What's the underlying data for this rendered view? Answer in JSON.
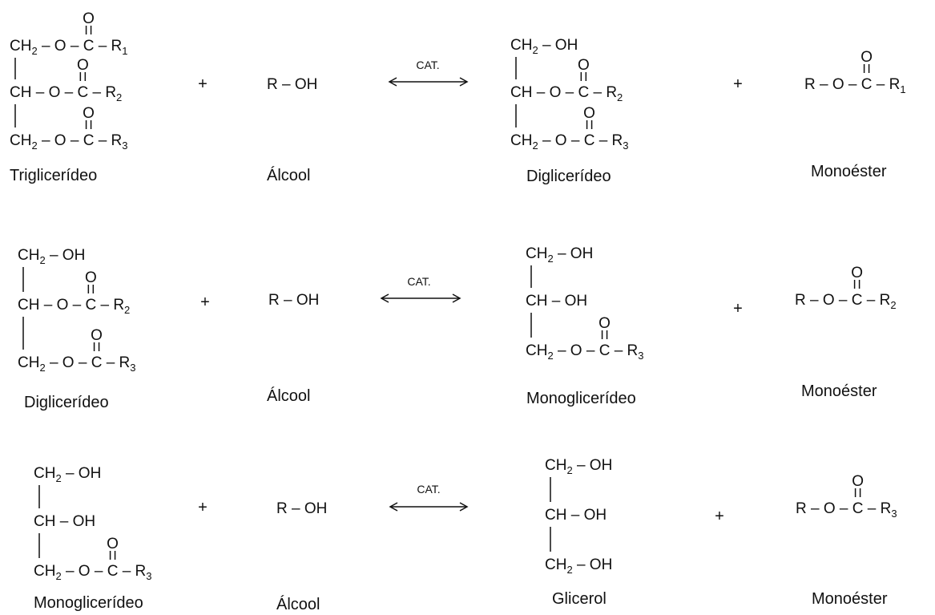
{
  "reactions": [
    {
      "reactant1": {
        "rows": [
          {
            "segments": [
              {
                "t": "CH"
              },
              {
                "t": "2",
                "sub": true
              },
              {
                "t": " – O – C – R"
              },
              {
                "t": "1",
                "sub": true
              }
            ]
          },
          {
            "segments": [
              {
                "t": "CH – O – C – R"
              },
              {
                "t": "2",
                "sub": true
              }
            ]
          },
          {
            "segments": [
              {
                "t": "CH"
              },
              {
                "t": "2",
                "sub": true
              },
              {
                "t": " – O – C – R"
              },
              {
                "t": "3",
                "sub": true
              }
            ]
          }
        ],
        "carbonyl_atom": "O",
        "caption": "Triglicerídeo"
      },
      "plus1": "+",
      "reactant2": {
        "formula": "R – OH",
        "caption": "Álcool"
      },
      "catalyst": "CAT.",
      "product1": {
        "rows": [
          {
            "segments": [
              {
                "t": "CH"
              },
              {
                "t": "2",
                "sub": true
              },
              {
                "t": " – OH"
              }
            ]
          },
          {
            "segments": [
              {
                "t": "CH – O – C – R"
              },
              {
                "t": "2",
                "sub": true
              }
            ]
          },
          {
            "segments": [
              {
                "t": "CH"
              },
              {
                "t": "2",
                "sub": true
              },
              {
                "t": " – O – C – R"
              },
              {
                "t": "3",
                "sub": true
              }
            ]
          }
        ],
        "carbonyl_atom": "O",
        "caption": "Diglicerídeo"
      },
      "plus2": "+",
      "product2": {
        "segments": [
          {
            "t": "R – O – C – R"
          },
          {
            "t": "1",
            "sub": true
          }
        ],
        "carbonyl_atom": "O",
        "caption": "Monoéster"
      }
    },
    {
      "reactant1": {
        "rows": [
          {
            "segments": [
              {
                "t": "CH"
              },
              {
                "t": "2",
                "sub": true
              },
              {
                "t": " – OH"
              }
            ]
          },
          {
            "segments": [
              {
                "t": "CH – O – C – R"
              },
              {
                "t": "2",
                "sub": true
              }
            ]
          },
          {
            "segments": [
              {
                "t": "CH"
              },
              {
                "t": "2",
                "sub": true
              },
              {
                "t": " – O – C – R"
              },
              {
                "t": "3",
                "sub": true
              }
            ]
          }
        ],
        "carbonyl_atom": "O",
        "caption": "Diglicerídeo"
      },
      "plus1": "+",
      "reactant2": {
        "formula": "R – OH",
        "caption": "Álcool"
      },
      "catalyst": "CAT.",
      "product1": {
        "rows": [
          {
            "segments": [
              {
                "t": "CH"
              },
              {
                "t": "2",
                "sub": true
              },
              {
                "t": " – OH"
              }
            ]
          },
          {
            "segments": [
              {
                "t": "CH – OH"
              }
            ]
          },
          {
            "segments": [
              {
                "t": "CH"
              },
              {
                "t": "2",
                "sub": true
              },
              {
                "t": " – O – C – R"
              },
              {
                "t": "3",
                "sub": true
              }
            ]
          }
        ],
        "carbonyl_atom": "O",
        "caption": "Monoglicerídeo"
      },
      "plus2": "+",
      "product2": {
        "segments": [
          {
            "t": "R – O – C – R"
          },
          {
            "t": "2",
            "sub": true
          }
        ],
        "carbonyl_atom": "O",
        "caption": "Monoéster"
      }
    },
    {
      "reactant1": {
        "rows": [
          {
            "segments": [
              {
                "t": "CH"
              },
              {
                "t": "2",
                "sub": true
              },
              {
                "t": " – OH"
              }
            ]
          },
          {
            "segments": [
              {
                "t": "CH – OH"
              }
            ]
          },
          {
            "segments": [
              {
                "t": "CH"
              },
              {
                "t": "2",
                "sub": true
              },
              {
                "t": " – O – C – R"
              },
              {
                "t": "3",
                "sub": true
              }
            ]
          }
        ],
        "carbonyl_atom": "O",
        "caption": "Monoglicerídeo"
      },
      "plus1": "+",
      "reactant2": {
        "formula": "R – OH",
        "caption": "Álcool"
      },
      "catalyst": "CAT.",
      "product1": {
        "rows": [
          {
            "segments": [
              {
                "t": "CH"
              },
              {
                "t": "2",
                "sub": true
              },
              {
                "t": " – OH"
              }
            ]
          },
          {
            "segments": [
              {
                "t": "CH – OH"
              }
            ]
          },
          {
            "segments": [
              {
                "t": "CH"
              },
              {
                "t": "2",
                "sub": true
              },
              {
                "t": " – OH"
              }
            ]
          }
        ],
        "caption": "Glicerol"
      },
      "plus2": "+",
      "product2": {
        "segments": [
          {
            "t": "R – O – C – R"
          },
          {
            "t": "3",
            "sub": true
          }
        ],
        "carbonyl_atom": "O",
        "caption": "Monoéster"
      }
    }
  ]
}
